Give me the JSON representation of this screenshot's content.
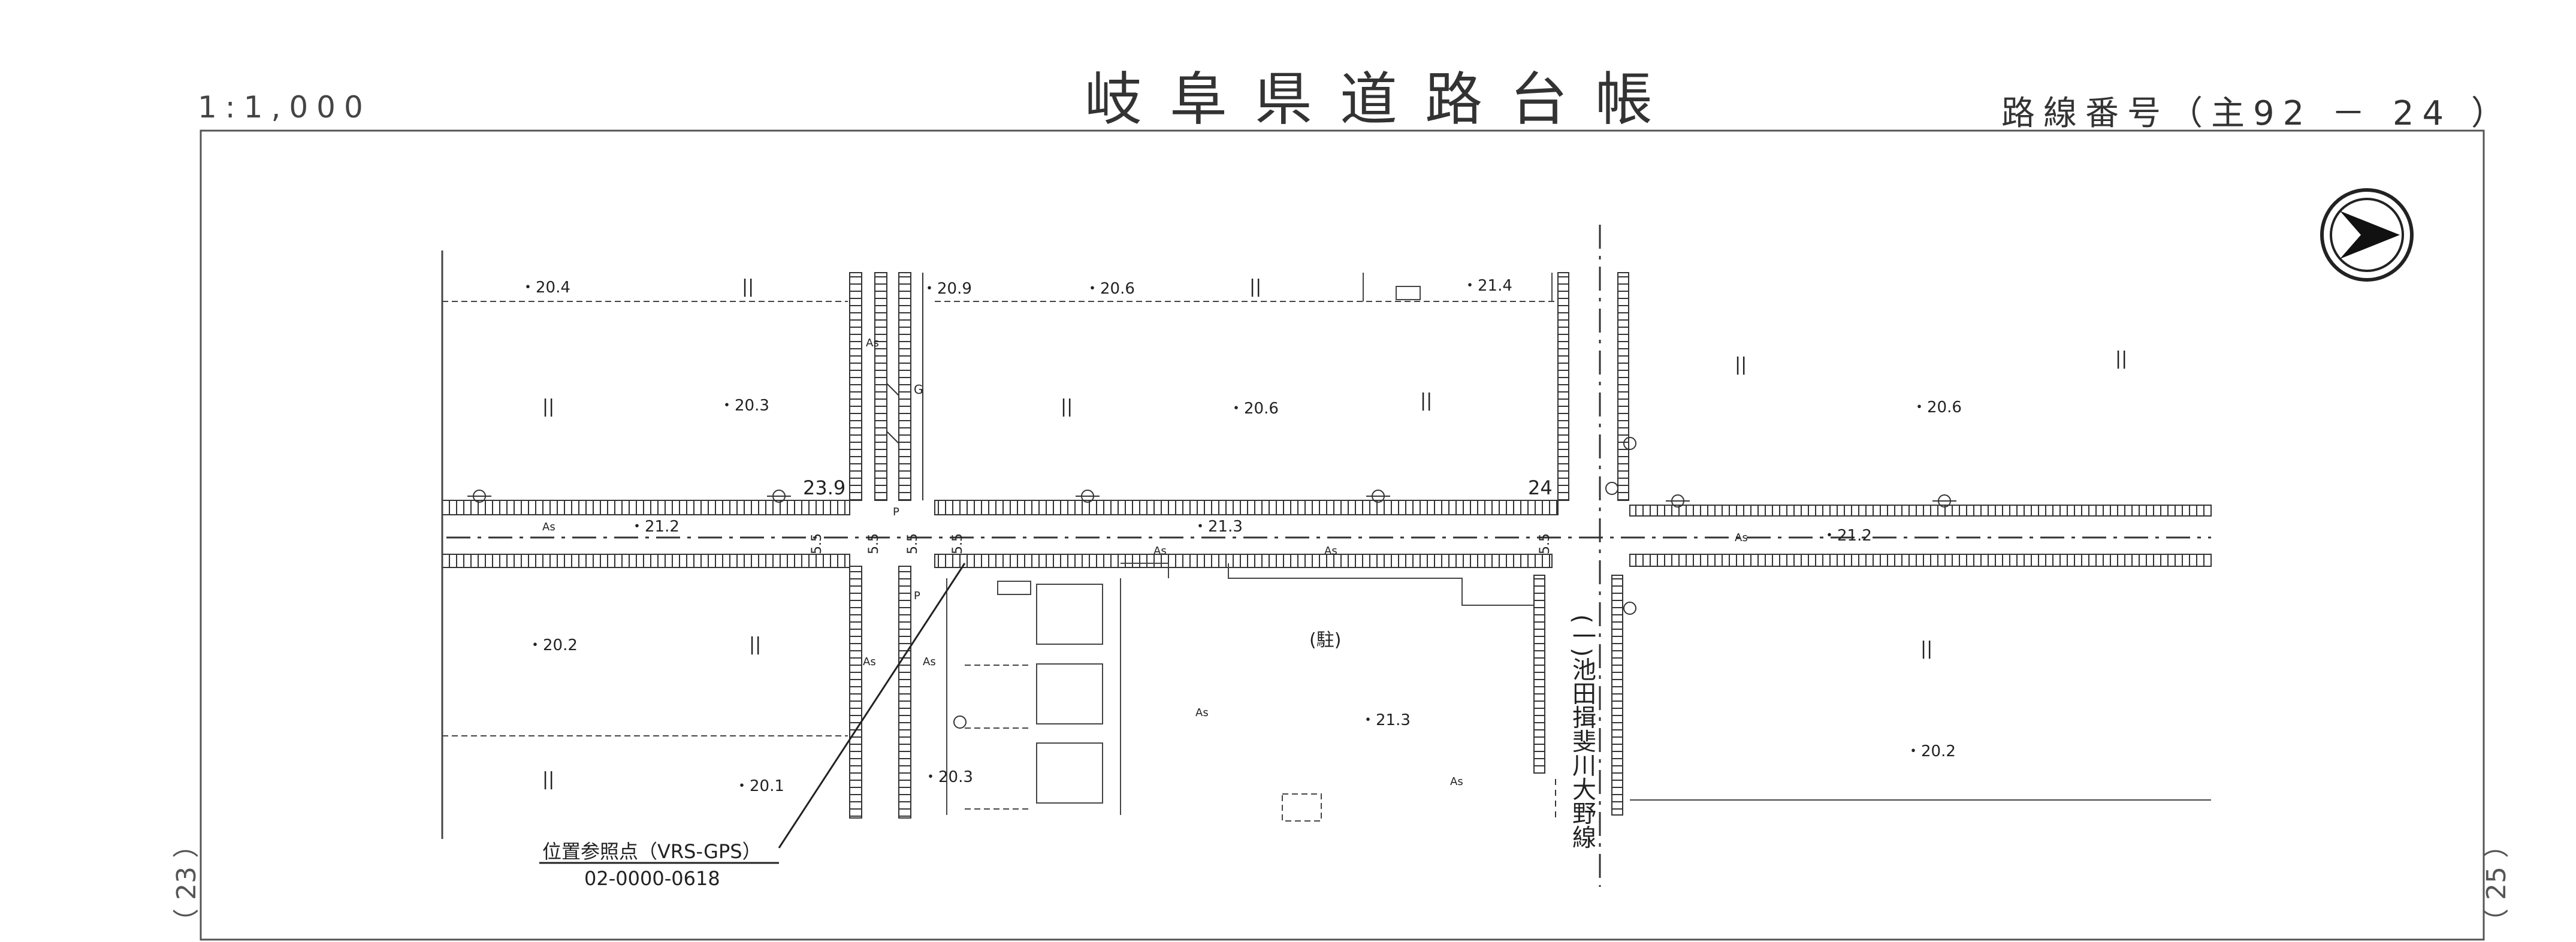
{
  "sheet": {
    "title": "岐阜県道路台帳",
    "scale": "1:1,000",
    "route_number": "路線番号（主92 － 24 ）",
    "left_sheet": "（ 23 ）",
    "right_sheet": "（ 25 ）"
  },
  "elevations": {
    "e1": "・20.4",
    "e2": "・20.9",
    "e3": "・20.6",
    "e4": "・21.4",
    "e5": "・20.3",
    "e6": "・20.6",
    "e7": "・20.6",
    "e8": "・21.2",
    "e9": "・21.3",
    "e10": "・21.2",
    "e11": "・20.2",
    "e12": "・21.3",
    "e13": "・20.3",
    "e14": "・20.1",
    "e15": "・20.2"
  },
  "labels": {
    "station_23_9": "23.9",
    "station_24": "24",
    "width_a": "5.5",
    "width_b": "5.5",
    "width_c": "5.5",
    "width_d": "5.5",
    "width_e": "5.5",
    "as": "As",
    "gravel": "G",
    "pole": "P",
    "parking": "(駐)",
    "field": "||",
    "intersecting_route": "(一)池田揖斐川大野線"
  },
  "reference_point": {
    "title": "位置参照点（VRS-GPS）",
    "code": "02-0000-0618"
  }
}
